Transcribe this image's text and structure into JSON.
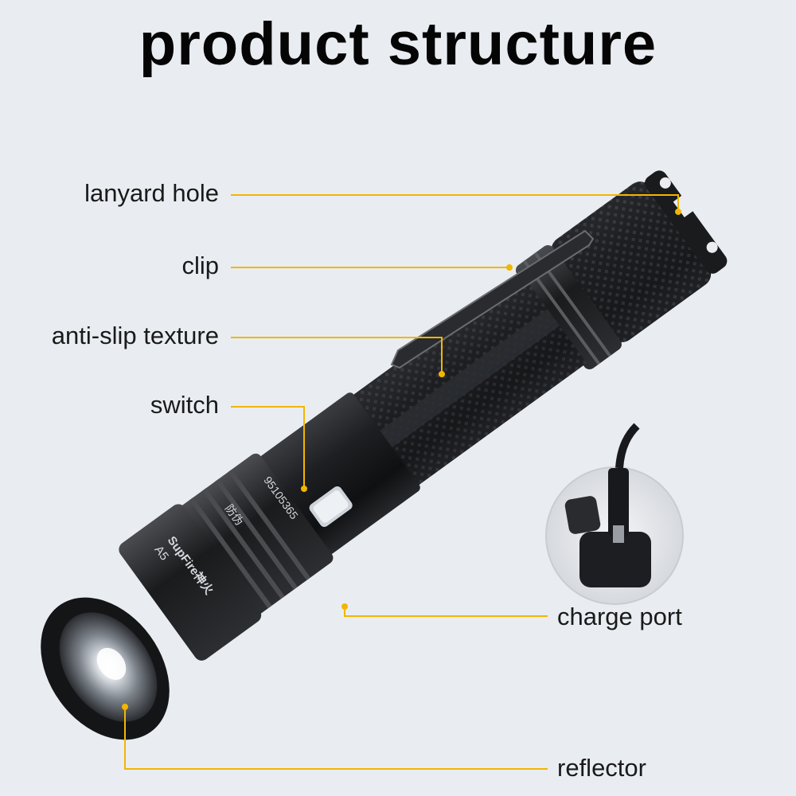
{
  "title": "product structure",
  "labels": {
    "lanyard_hole": "lanyard hole",
    "clip": "clip",
    "anti_slip": "anti-slip texture",
    "switch": "switch",
    "charge_port": "charge port",
    "reflector": "reflector"
  },
  "engraving": {
    "brand": "SupFire神火",
    "model": "A5",
    "number": "95105365",
    "patent": "防伪"
  },
  "colors": {
    "background": "#e9edf2",
    "leader_line": "#f2b600",
    "body": "#1b1c1e"
  }
}
